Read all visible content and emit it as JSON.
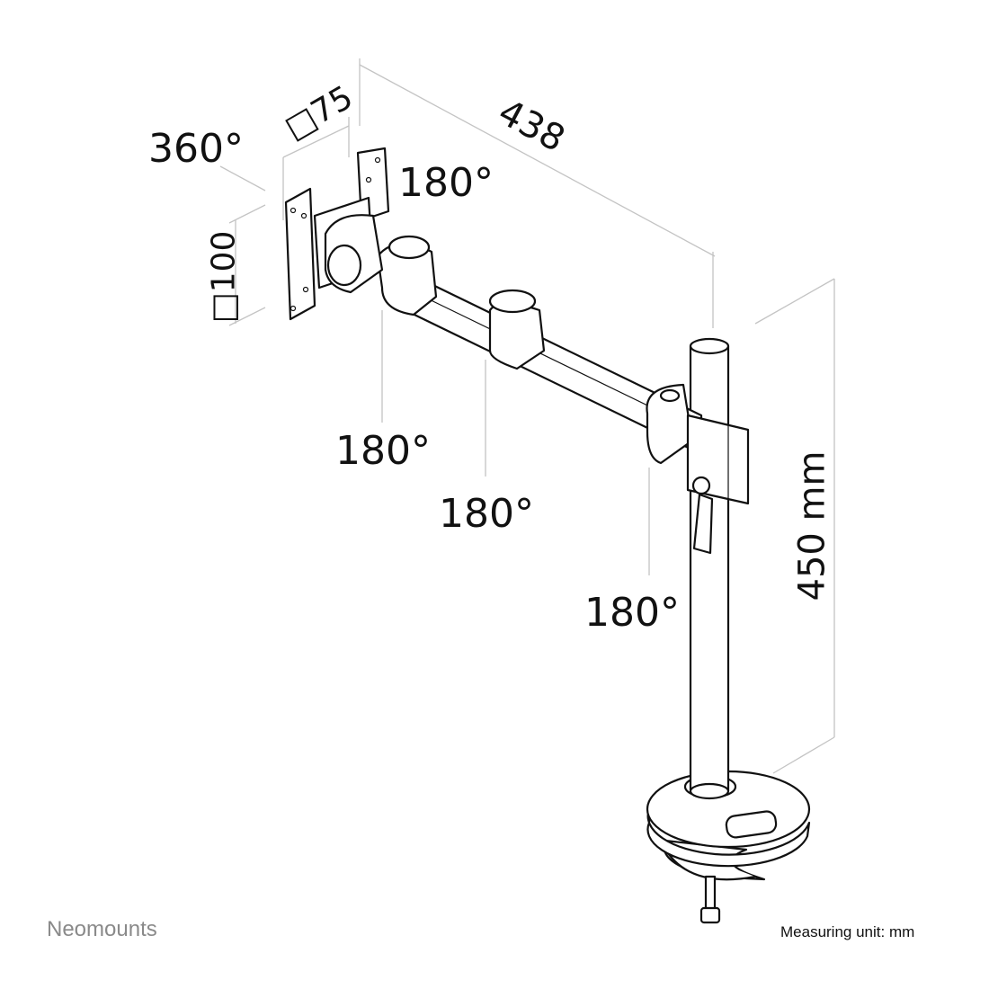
{
  "labels": {
    "rotation_plate": "360°",
    "vesa_small": "□75",
    "arm_length": "438",
    "tilt_head": "180°",
    "vesa_large": "□100",
    "joint_1": "180°",
    "joint_2": "180°",
    "joint_3": "180°",
    "pole_height": "450 mm"
  },
  "footer": {
    "brand": "Neomounts",
    "unit_note": "Measuring unit: mm"
  }
}
